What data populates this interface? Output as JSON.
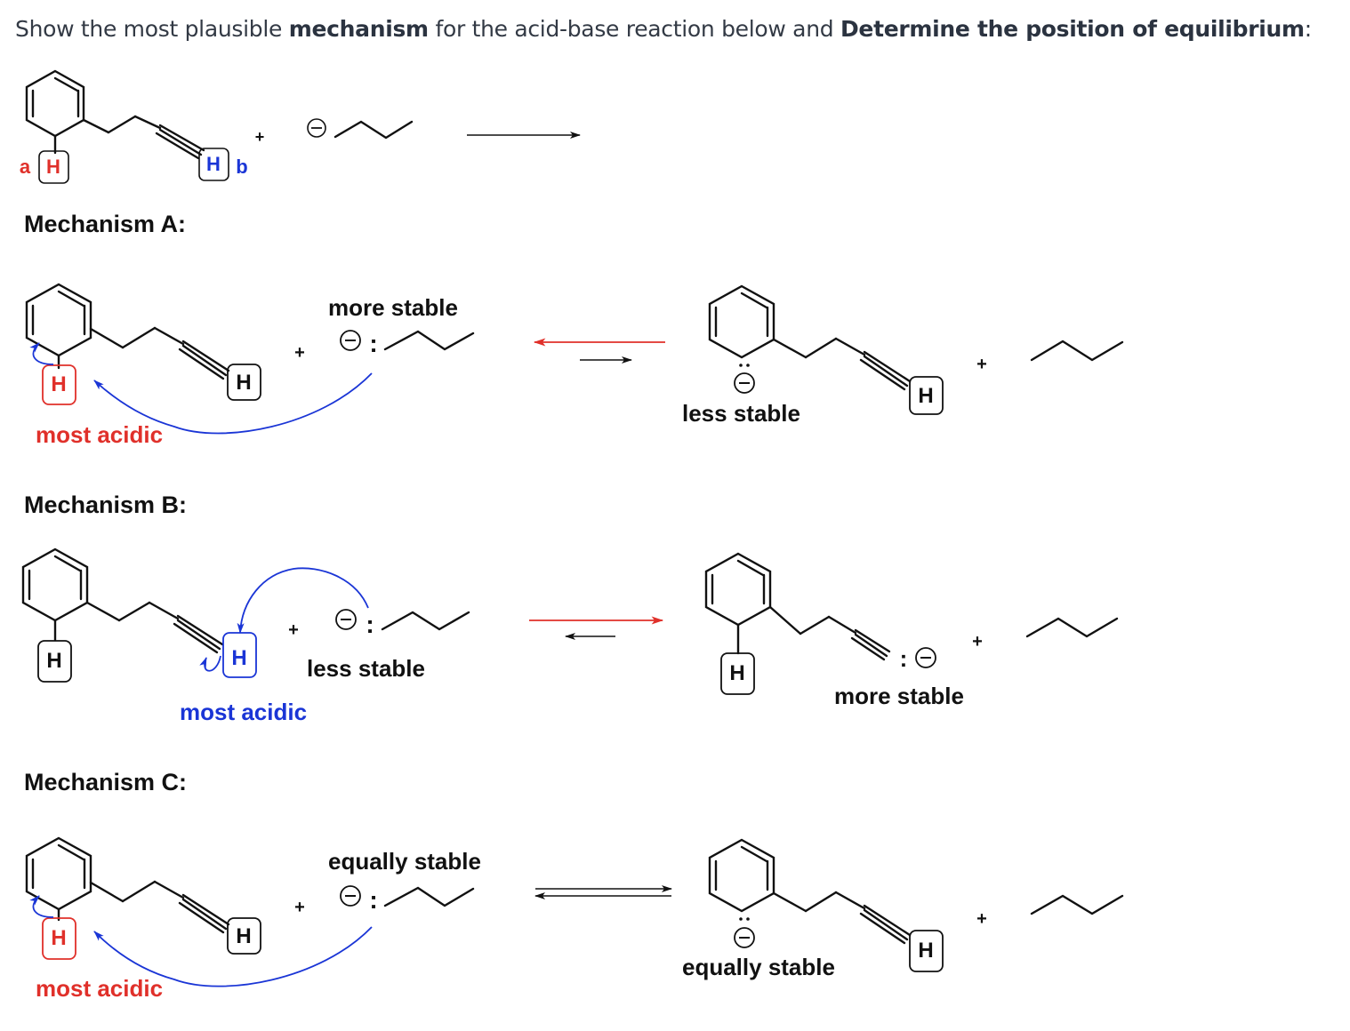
{
  "question": {
    "prefix": "Show the most plausible ",
    "bold1": "mechanism",
    "middle": " for the acid-base reaction below and ",
    "bold2": "Determine the position of equilibrium",
    "suffix": ":"
  },
  "symbols": {
    "hydrogen": "H",
    "plus": "+",
    "lone_pair": ":",
    "site_a": "a",
    "site_b": "b"
  },
  "mechanisms": [
    {
      "heading": "Mechanism A:",
      "acid_label": "most acidic",
      "base_label": "more stable",
      "product_label": "less stable"
    },
    {
      "heading": "Mechanism B:",
      "acid_label": "most acidic",
      "base_label": "less stable",
      "product_label": "more stable"
    },
    {
      "heading": "Mechanism C:",
      "acid_label": "most acidic",
      "base_label": "equally stable",
      "product_label": "equally stable"
    }
  ],
  "colors": {
    "red": "#e0302a",
    "blue": "#1a35d6",
    "black": "#111111"
  }
}
